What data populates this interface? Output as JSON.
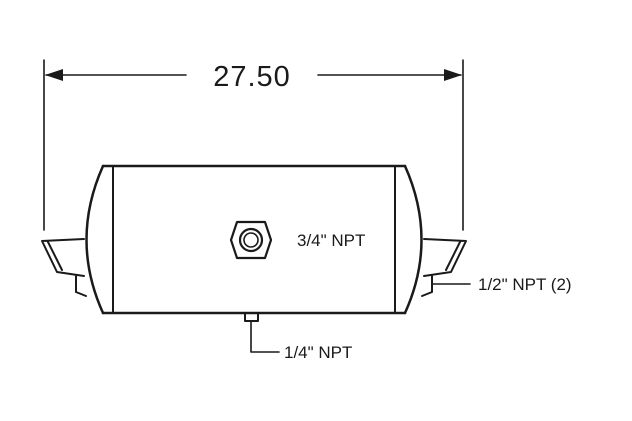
{
  "dimension": {
    "overall_length": "27.50"
  },
  "callouts": {
    "center_port": "3/4\" NPT",
    "end_ports": "1/2\" NPT (2)",
    "drain_port": "1/4\" NPT"
  },
  "colors": {
    "line": "#1a1a1a",
    "background": "#ffffff"
  }
}
